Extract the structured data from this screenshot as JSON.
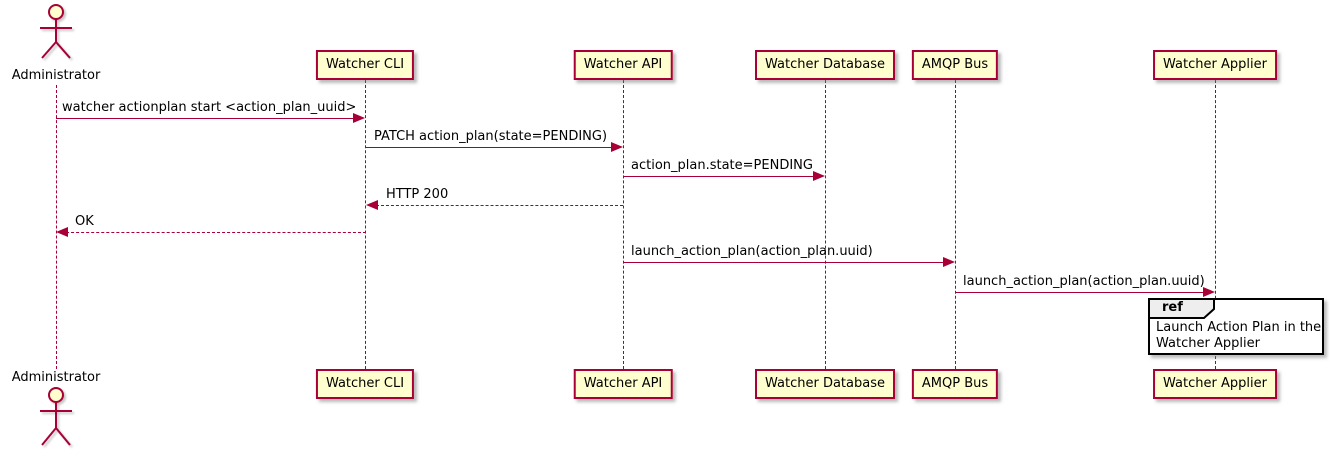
{
  "diagram": {
    "kind": "uml-sequence-diagram",
    "colors": {
      "participant_fill": "#FEFECE",
      "participant_border": "#A80036",
      "lifeline": "#A80036",
      "arrow": "#A80036",
      "message_text": "#000000",
      "ref_border": "#000000",
      "ref_header_fill": "#EEEEEE",
      "background": "#FFFFFF"
    },
    "actor": {
      "name": "Administrator"
    },
    "participants": [
      {
        "label": "Watcher CLI"
      },
      {
        "label": "Watcher API"
      },
      {
        "label": "Watcher Database"
      },
      {
        "label": "AMQP Bus"
      },
      {
        "label": "Watcher Applier"
      }
    ],
    "messages": [
      {
        "from": "Administrator",
        "to": "Watcher CLI",
        "line": "solid",
        "text": "watcher actionplan start <action_plan_uuid>"
      },
      {
        "from": "Watcher CLI",
        "to": "Watcher API",
        "line": "solid",
        "text": "PATCH action_plan(state=PENDING)"
      },
      {
        "from": "Watcher API",
        "to": "Watcher Database",
        "line": "solid",
        "text": "action_plan.state=PENDING"
      },
      {
        "from": "Watcher API",
        "to": "Watcher CLI",
        "line": "dashed",
        "text": "HTTP 200"
      },
      {
        "from": "Watcher CLI",
        "to": "Administrator",
        "line": "dashed",
        "text": "OK"
      },
      {
        "from": "Watcher API",
        "to": "AMQP Bus",
        "line": "solid",
        "text": "launch_action_plan(action_plan.uuid)"
      },
      {
        "from": "AMQP Bus",
        "to": "Watcher Applier",
        "line": "solid",
        "text": "launch_action_plan(action_plan.uuid)"
      }
    ],
    "ref": {
      "keyword": "ref",
      "lines": [
        "Launch Action Plan in the",
        "Watcher Applier"
      ]
    }
  }
}
